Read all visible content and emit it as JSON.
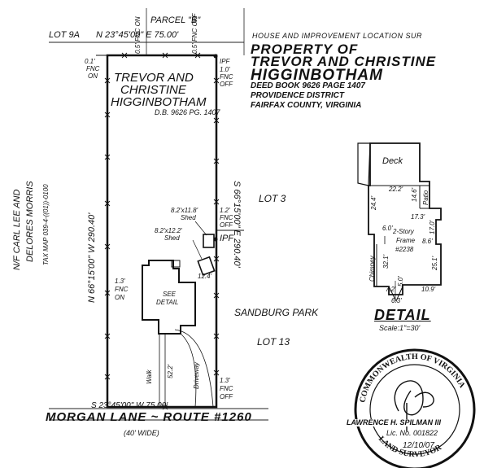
{
  "heading": {
    "line1": "HOUSE AND IMPROVEMENT LOCATION SUR",
    "line2": "PROPERTY OF",
    "line3": "TREVOR AND CHRISTINE",
    "line4": "HIGGINBOTHAM",
    "line5": "DEED BOOK 9626 PAGE 1407",
    "line6": "PROVIDENCE DISTRICT",
    "line7": "FAIRFAX COUNTY, VIRGINIA"
  },
  "plat": {
    "parcel_b": "PARCEL \"B\"",
    "lot_9a": "LOT 9A",
    "north_bearing": "N 23°45'00\" E 75.00'",
    "south_bearing": "S 23°45'00\" W 75.00'",
    "west_bearing": "N 66°15'00\" W 290.40'",
    "east_bearing": "S 66°15'00\" E 290.40'",
    "owner_1": "TREVOR AND",
    "owner_2": "CHRISTINE",
    "owner_3": "HIGGINBOTHAM",
    "owner_db": "D.B. 9626 PG. 1407",
    "fnc_top_left_1": "0.1'",
    "fnc_top_left_2": "FNC",
    "fnc_top_left_3": "ON",
    "fnc_top_a": "0.5'",
    "fnc_top_a2": "FNC",
    "fnc_top_a3": "ON",
    "fnc_top_b": "0.5'",
    "fnc_top_b2": "FNC",
    "fnc_top_b3": "OFF",
    "ipf_top": "IPF",
    "fnc_top_right_1": "1.0'",
    "fnc_top_right_2": "FNC",
    "fnc_top_right_3": "OFF",
    "shed1": "8.2'x11.8'",
    "shed1_label": "Shed",
    "shed2": "8.2'x12.2'",
    "shed2_label": "Shed",
    "fnc_mid_right_1": "1.2'",
    "fnc_mid_right_2": "FNC",
    "fnc_mid_right_3": "OFF",
    "ipf_mid": "IPF",
    "dim_12_4": "12.4'",
    "fnc_mid_left_1": "1.3'",
    "fnc_mid_left_2": "FNC",
    "fnc_mid_left_3": "ON",
    "see_detail_1": "SEE",
    "see_detail_2": "DETAIL",
    "walk": "Walk",
    "driveway": "Driveway",
    "dim_52_2": "52.2'",
    "fnc_bot_right_1": "1.3'",
    "fnc_bot_right_2": "FNC",
    "fnc_bot_right_3": "OFF",
    "lot_3": "LOT 3",
    "sandburg": "SANDBURG PARK",
    "lot_13": "LOT 13",
    "neighbor_1": "N/F CARL LEE AND",
    "neighbor_2": "DELORES MORRIS",
    "tax_map": "TAX MAP 039-4-((01))-0100",
    "road": "MORGAN LANE ~ ROUTE #1260",
    "road_width": "(40' WIDE)"
  },
  "detail": {
    "deck": "Deck",
    "patio": "Patio",
    "d_22_2": "22.2'",
    "d_24_4": "24.4'",
    "d_14_6": "14.6'",
    "d_17_3": "17.3'",
    "d_17_0": "17.0'",
    "d_6_0": "6.0'",
    "d_8_6": "8.6'",
    "story": "2-Story",
    "frame": "Frame",
    "house_no": "#2238",
    "chimney": "Chimney",
    "d_32_1": "32.1'",
    "d_25_1": "25.1'",
    "d_7_2": "7.2'",
    "d_5_0": "5.0'",
    "d_10_9": "10.9'",
    "d_6_3": "6.3'",
    "title": "DETAIL",
    "scale": "Scale:1\"=30'"
  },
  "seal": {
    "top": "COMMONWEALTH OF VIRGINIA",
    "name": "LAWRENCE H. SPILMAN III",
    "lic": "Lic. No. 001822",
    "bottom": "LAND SURVEYOR",
    "date": "12/10/07"
  }
}
